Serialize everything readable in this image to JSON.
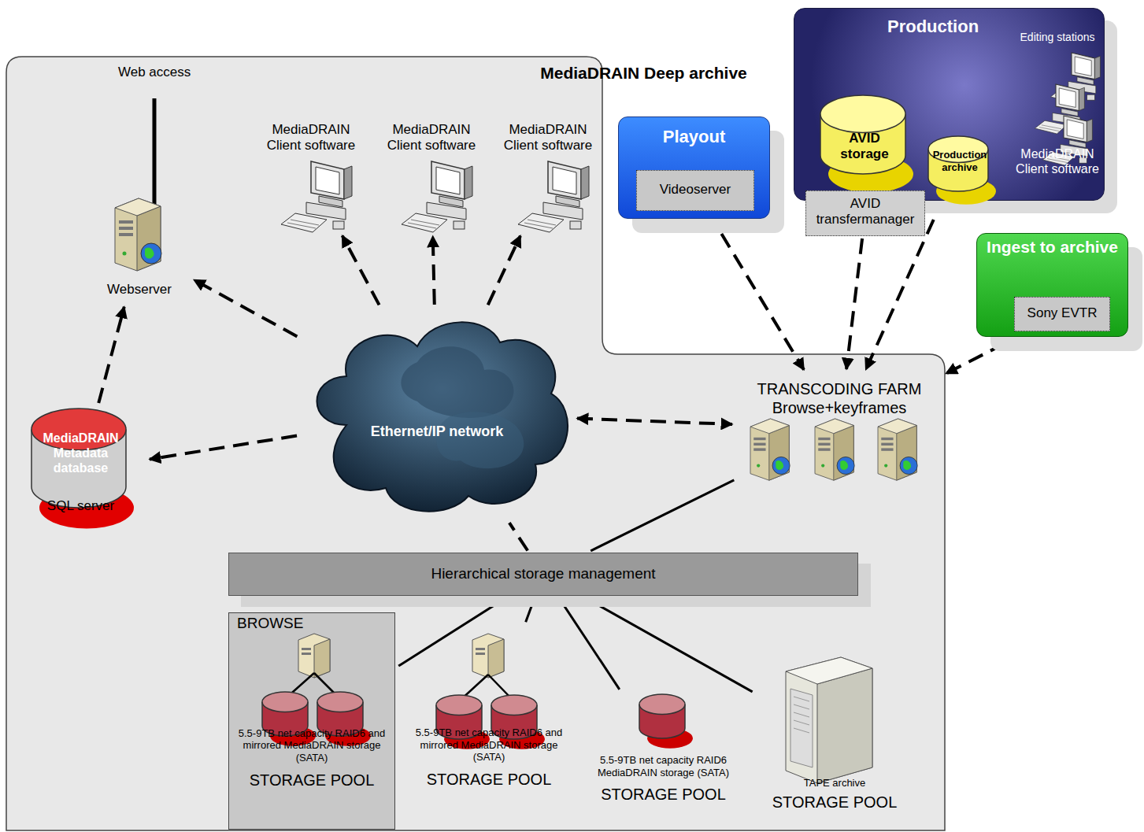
{
  "diagram": {
    "nodes": [
      {
        "text": [
          "MediaDRAIN Deep archive"
        ]
      },
      {
        "text": [
          "Webserver"
        ],
        "in": 0
      },
      {
        "text": [
          "MediaDRAIN Client software"
        ],
        "in": 0
      },
      {
        "text": [
          "MediaDRAIN Client software"
        ],
        "in": 0
      },
      {
        "text": [
          "MediaDRAIN Client software"
        ],
        "in": 0
      },
      {
        "text": [
          "MediaDRAIN Metadata database",
          "SQL server"
        ],
        "in": 0
      },
      {
        "text": [
          "Ethernet/IP network"
        ],
        "in": 0
      },
      {
        "text": [
          "TRANSCODING FARM Browse+keyframes"
        ],
        "in": 0
      },
      {
        "text": [
          "Hierarchical storage management"
        ],
        "in": 0
      },
      {
        "text": [
          "BROWSE",
          "5.5-9TB net capacity RAID6 and mirrored MediaDRAIN storage (SATA)",
          "STORAGE POOL"
        ],
        "in": 0
      },
      {
        "text": [
          "5.5-9TB net capacity RAID6 and mirrored MediaDRAIN storage (SATA)",
          "STORAGE POOL"
        ],
        "in": 0
      },
      {
        "text": [
          "5.5-9TB net capacity RAID6 MediaDRAIN storage (SATA)",
          "STORAGE POOL"
        ],
        "in": 0
      },
      {
        "text": [
          "TAPE archive",
          "STORAGE POOL"
        ],
        "in": 0
      },
      {
        "text": [
          "Playout"
        ]
      },
      {
        "text": [
          "Videoserver"
        ],
        "in": 13
      },
      {
        "text": [
          "Production"
        ]
      },
      {
        "text": [
          "AVID storage"
        ],
        "in": 15
      },
      {
        "text": [
          "Production archive"
        ],
        "in": 15
      },
      {
        "text": [
          "Editing stations",
          "MediaDRAIN Client software"
        ],
        "in": 15
      },
      {
        "text": [
          "AVID transfermanager"
        ]
      },
      {
        "text": [
          "Ingest to archive"
        ]
      },
      {
        "text": [
          "Sony EVTR"
        ],
        "in": 20
      }
    ],
    "edges": [
      {
        "from": 6,
        "to": 1,
        "arrow": "to"
      },
      {
        "from": 5,
        "to": 1,
        "arrow": "to"
      },
      {
        "from": 6,
        "to": 5,
        "arrow": "to"
      },
      {
        "from": 6,
        "to": 2,
        "arrow": "to"
      },
      {
        "from": 6,
        "to": 3,
        "arrow": "to"
      },
      {
        "from": 6,
        "to": 4,
        "arrow": "to"
      },
      {
        "from": 6,
        "to": 7,
        "arrow": "both"
      },
      {
        "from": 8,
        "to": 6,
        "arrow": "none"
      },
      {
        "from": 14,
        "to": 7,
        "arrow": "to"
      },
      {
        "from": 19,
        "to": 7,
        "arrow": "to"
      },
      {
        "from": 17,
        "to": 7,
        "arrow": "to"
      },
      {
        "from": 21,
        "to": 7,
        "arrow": "to"
      },
      {
        "from": 16,
        "to": 19,
        "arrow": "none"
      },
      {
        "from": 8,
        "to": 9,
        "arrow": "none"
      },
      {
        "from": 8,
        "to": 10,
        "arrow": "none"
      },
      {
        "from": 8,
        "to": 11,
        "arrow": "none"
      },
      {
        "from": 8,
        "to": 12,
        "arrow": "none"
      },
      {
        "from": 7,
        "to": 8,
        "arrow": "none"
      }
    ],
    "labels": [
      "Web access"
    ]
  }
}
